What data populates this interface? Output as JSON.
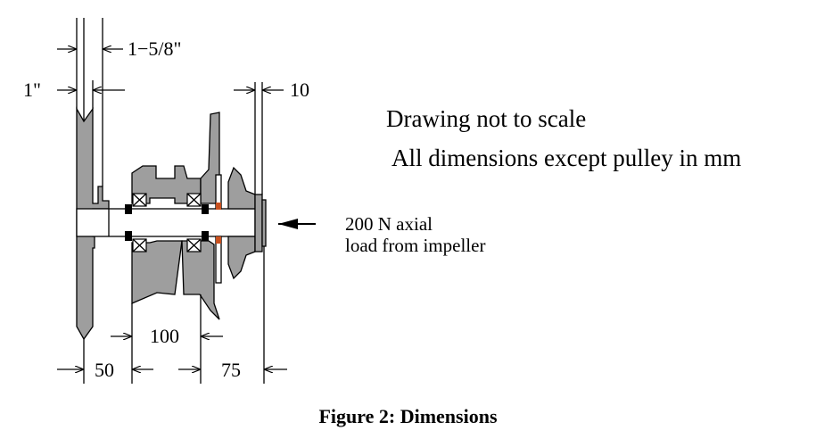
{
  "dimensions": {
    "top_offset": "1−5/8\"",
    "left_offset": "1\"",
    "right_offset": "10",
    "bearing_spacing": "100",
    "bottom_left": "50",
    "bottom_right": "75"
  },
  "notes": {
    "line1": "Drawing not to scale",
    "line2": "All dimensions except pulley in mm"
  },
  "load": {
    "line1": "200 N axial",
    "line2": "load from impeller"
  },
  "caption": "Figure 2:  Dimensions",
  "colors": {
    "part_fill": "#9e9e9e",
    "seal_highlight": "#c8501e"
  }
}
